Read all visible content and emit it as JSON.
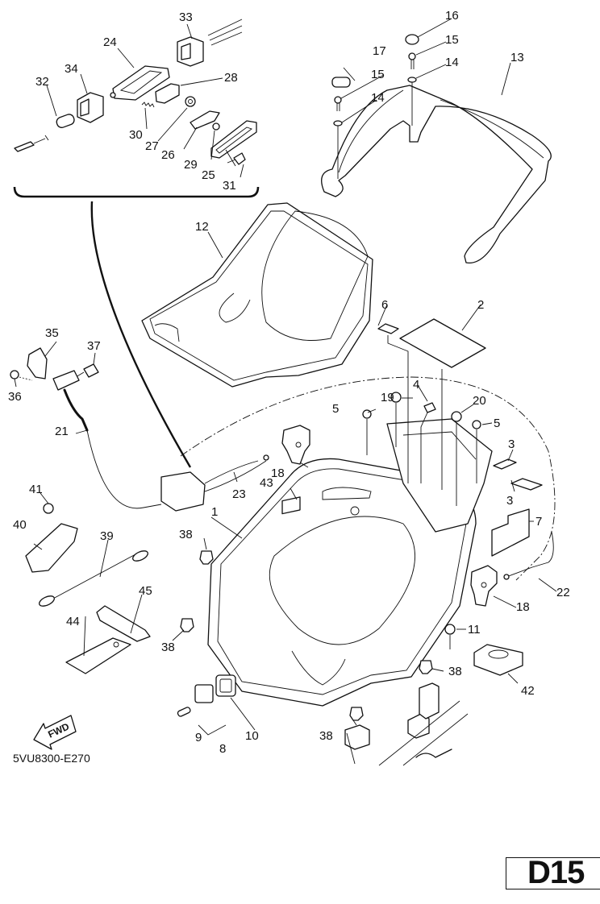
{
  "diagram": {
    "drawing_code": "5VU8300-E270",
    "page_code": "D15",
    "direction_label": "FWD",
    "inset_group": "tow-hook / connector sub-assembly",
    "callouts": [
      {
        "id": "c1",
        "label": "1",
        "part": "seat-base-compartment"
      },
      {
        "id": "c2",
        "label": "2",
        "part": "pad-large"
      },
      {
        "id": "c3a",
        "label": "3",
        "part": "pad-small-upper"
      },
      {
        "id": "c3b",
        "label": "3",
        "part": "pad-small-lower"
      },
      {
        "id": "c4",
        "label": "4",
        "part": "clip-nut"
      },
      {
        "id": "c5a",
        "label": "5",
        "part": "screw-left"
      },
      {
        "id": "c5b",
        "label": "5",
        "part": "screw-right"
      },
      {
        "id": "c6",
        "label": "6",
        "part": "pad-square"
      },
      {
        "id": "c7",
        "label": "7",
        "part": "pad-stepped"
      },
      {
        "id": "c8",
        "label": "8",
        "part": "switch-assembly"
      },
      {
        "id": "c9",
        "label": "9",
        "part": "bulb"
      },
      {
        "id": "c10",
        "label": "10",
        "part": "switch-grommet"
      },
      {
        "id": "c11",
        "label": "11",
        "part": "bolt"
      },
      {
        "id": "c12",
        "label": "12",
        "part": "storage-tray"
      },
      {
        "id": "c13",
        "label": "13",
        "part": "grab-handle"
      },
      {
        "id": "c14a",
        "label": "14",
        "part": "washer-left"
      },
      {
        "id": "c14b",
        "label": "14",
        "part": "washer-right"
      },
      {
        "id": "c15a",
        "label": "15",
        "part": "bolt-left"
      },
      {
        "id": "c15b",
        "label": "15",
        "part": "bolt-right"
      },
      {
        "id": "c16",
        "label": "16",
        "part": "cap-round"
      },
      {
        "id": "c17",
        "label": "17",
        "part": "cap-oval"
      },
      {
        "id": "c18a",
        "label": "18",
        "part": "seat-lock-left"
      },
      {
        "id": "c18b",
        "label": "18",
        "part": "seat-lock-right"
      },
      {
        "id": "c19",
        "label": "19",
        "part": "bolt-flange-left"
      },
      {
        "id": "c20",
        "label": "20",
        "part": "bolt-flange-right"
      },
      {
        "id": "c21",
        "label": "21",
        "part": "seat-lock-cable"
      },
      {
        "id": "c22",
        "label": "22",
        "part": "cable-end"
      },
      {
        "id": "c23",
        "label": "23",
        "part": "cable-assembly"
      },
      {
        "id": "c24",
        "label": "24",
        "part": "connector-housing"
      },
      {
        "id": "c25",
        "label": "25",
        "part": "gasket-plate"
      },
      {
        "id": "c26",
        "label": "26",
        "part": "clamp"
      },
      {
        "id": "c27",
        "label": "27",
        "part": "pulley"
      },
      {
        "id": "c28",
        "label": "28",
        "part": "lever-bracket"
      },
      {
        "id": "c29",
        "label": "29",
        "part": "small-screw"
      },
      {
        "id": "c30",
        "label": "30",
        "part": "spring"
      },
      {
        "id": "c31",
        "label": "31",
        "part": "screw"
      },
      {
        "id": "c32",
        "label": "32",
        "part": "sleeve"
      },
      {
        "id": "c33",
        "label": "33",
        "part": "cover-rear"
      },
      {
        "id": "c34",
        "label": "34",
        "part": "cover-front"
      },
      {
        "id": "c35",
        "label": "35",
        "part": "bracket"
      },
      {
        "id": "c36",
        "label": "36",
        "part": "nut"
      },
      {
        "id": "c37",
        "label": "37",
        "part": "bolt"
      },
      {
        "id": "c38a",
        "label": "38",
        "part": "damper-1"
      },
      {
        "id": "c38b",
        "label": "38",
        "part": "damper-2"
      },
      {
        "id": "c38c",
        "label": "38",
        "part": "damper-3"
      },
      {
        "id": "c38d",
        "label": "38",
        "part": "damper-4"
      },
      {
        "id": "c39",
        "label": "39",
        "part": "lanyard-cord"
      },
      {
        "id": "c40",
        "label": "40",
        "part": "holder-bracket"
      },
      {
        "id": "c41",
        "label": "41",
        "part": "screw"
      },
      {
        "id": "c42",
        "label": "42",
        "part": "rubber-pad"
      },
      {
        "id": "c43",
        "label": "43",
        "part": "label"
      },
      {
        "id": "c44",
        "label": "44",
        "part": "case"
      },
      {
        "id": "c45",
        "label": "45",
        "part": "strap"
      }
    ]
  }
}
